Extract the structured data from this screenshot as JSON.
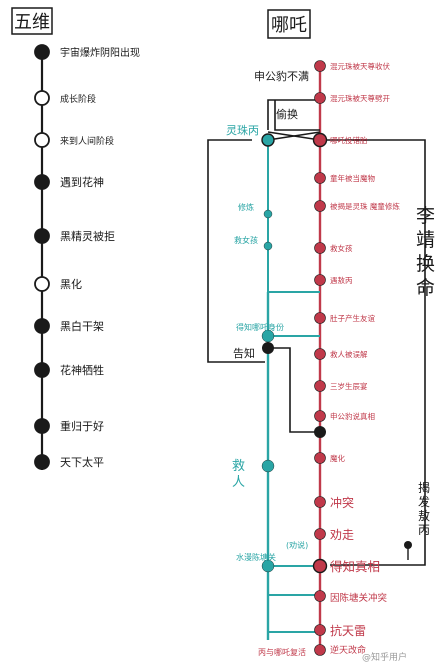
{
  "left_title": "五维",
  "left_nodes": [
    {
      "label": "宇宙爆炸阴阳出现",
      "fill": "black"
    },
    {
      "label": "成长阶段",
      "fill": "hollow"
    },
    {
      "label": "来到人间阶段",
      "fill": "hollow"
    },
    {
      "label": "遇到花神",
      "fill": "black"
    },
    {
      "label": "黑精灵被拒",
      "fill": "black"
    },
    {
      "label": "黑化",
      "fill": "hollow"
    },
    {
      "label": "黑白干架",
      "fill": "black"
    },
    {
      "label": "花神牺牲",
      "fill": "black"
    },
    {
      "label": "重归于好",
      "fill": "black"
    },
    {
      "label": "天下太平",
      "fill": "black"
    }
  ],
  "right_title": "哪吒",
  "red_nodes": [
    "混元珠被天尊收伏",
    "混元珠被天尊劈开",
    "哪吒投错胎",
    "童年被当魔物",
    "被揭是灵珠 魔童修炼",
    "救女孩",
    "遇敖丙",
    "肚子产生友谊",
    "救人被误解",
    "三岁生辰宴",
    "申公豹说真相",
    "魔化",
    "冲突",
    "劝走",
    "得知真相",
    "因陈塘关冲突",
    "抗天雷",
    "逆天改命"
  ],
  "teal_nodes": [
    "灵珠丙",
    "修炼",
    "救女孩",
    "得知哪吒身份",
    "救人",
    "水漫陈塘关"
  ],
  "annotations": {
    "steal": "偷换",
    "shen": "申公豹不满",
    "swap": "李靖换命",
    "tell": "告知",
    "reveal": "揭发敖丙",
    "teal_mid": "(劝说)",
    "bottom_teal": "丙与哪吒复活",
    "wm": "@知乎用户"
  },
  "colors": {
    "red": "#c0394a",
    "teal": "#2aa5a5",
    "ink": "#1a1a1a"
  }
}
